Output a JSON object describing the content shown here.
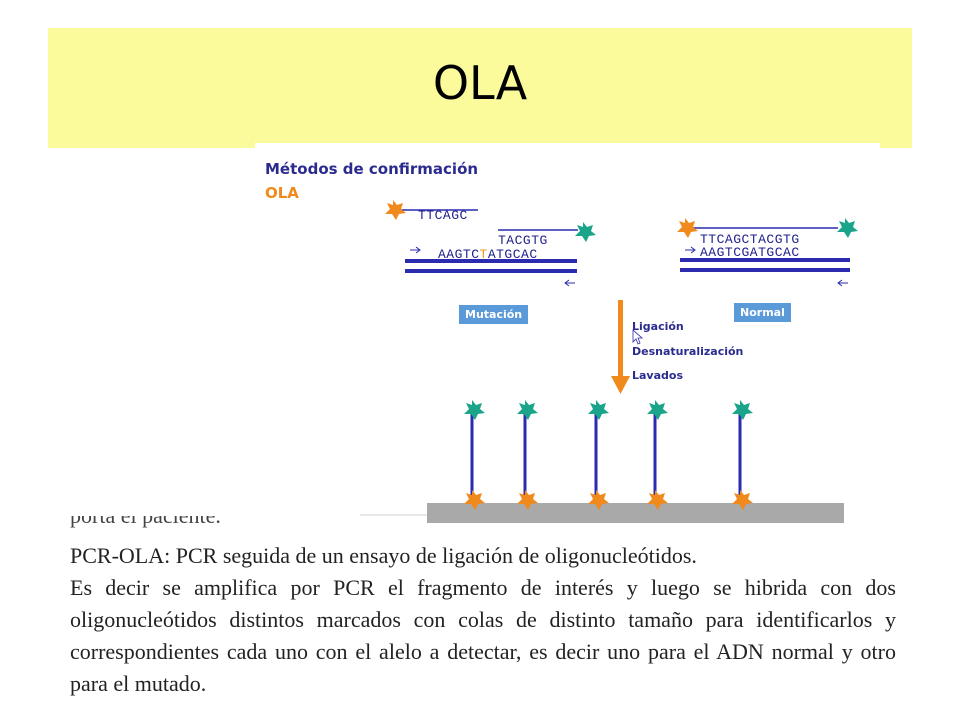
{
  "slide": {
    "title": "OLA"
  },
  "figure": {
    "heading": "Métodos de confirmación",
    "subheading": "OLA",
    "mutation": {
      "probe_top": "TTCAGC",
      "probe_second": "TACGTG",
      "template_prefix": "AAGTC",
      "template_mismatch": "T",
      "template_suffix": "ATGCAC",
      "label": "Mutación"
    },
    "normal": {
      "probe_pair": "TTCAGCTACGTG",
      "template": "AAGTCGATGCAC",
      "label": "Normal"
    },
    "steps": [
      "Ligación",
      "Desnaturalización",
      "Lavados"
    ]
  },
  "text": {
    "cut_line": "porta el paciente.",
    "paragraph_1": "PCR-OLA: PCR seguida de un ensayo de ligación de oligonucleótidos.",
    "paragraph_2": "Es decir se amplifica por PCR el fragmento de interés y luego se hibrida con dos oligonucleótidos distintos marcados con colas de distinto tamaño para identificarlos y correspondientes cada uno con el alelo a detectar, es decir uno para el ADN normal y otro para el mutado."
  },
  "colors": {
    "title_bg": "#fbfb9c",
    "dna_strand": "#2b2bb0",
    "orange_marker": "#f08a1c",
    "teal_marker": "#1aa58a",
    "label_bg": "#5b9ad8",
    "support_bar": "#a9a9a9"
  }
}
